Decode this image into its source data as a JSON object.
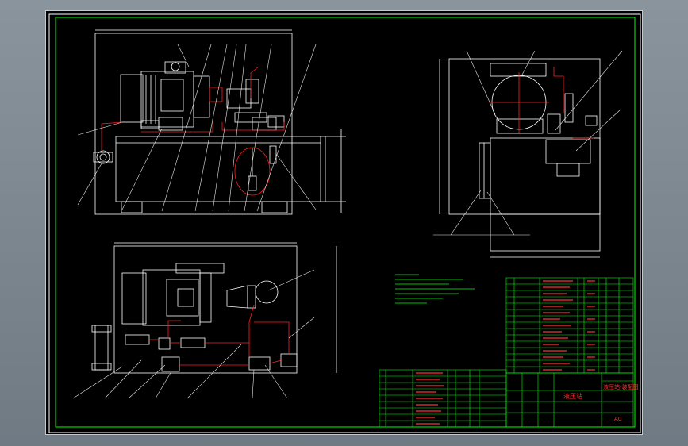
{
  "colors": {
    "background": "#000000",
    "frame": "#ffffff",
    "border_green": "#00ff00",
    "outline_white": "#ffffff",
    "pipe_red": "#ff2020",
    "leader_white": "#e8e8e8",
    "notes_green": "#00ff00",
    "table_green": "#00ff00",
    "table_text_red": "#ff3030"
  },
  "title_block": {
    "company": "液压站",
    "drawing_title": "液压站-装配图",
    "sheet": "A0"
  }
}
